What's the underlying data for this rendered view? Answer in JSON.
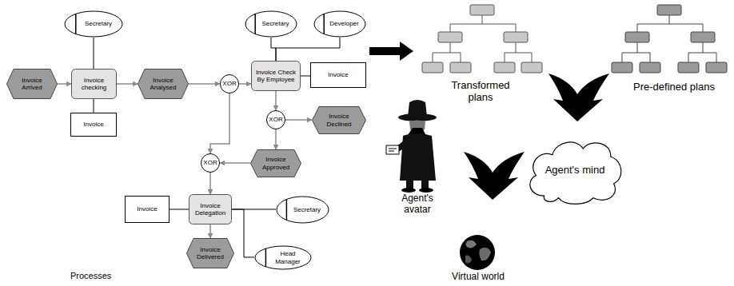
{
  "diagram": {
    "nodes": [
      {
        "text": [
          "Secretary"
        ]
      },
      {
        "text": [
          "Invoice Arrived"
        ]
      },
      {
        "text": [
          "Invoice checking"
        ]
      },
      {
        "text": [
          "Invoice Analysed"
        ]
      },
      {
        "text": [
          "XOR"
        ]
      },
      {
        "text": [
          "Secretary"
        ]
      },
      {
        "text": [
          "Developer"
        ]
      },
      {
        "text": [
          "Invoice Check By Employee"
        ]
      },
      {
        "text": [
          "Invoice"
        ]
      },
      {
        "text": [
          "Invoice"
        ]
      },
      {
        "text": [
          "XOR"
        ]
      },
      {
        "text": [
          "Invoice Declined"
        ]
      },
      {
        "text": [
          "Invoice Approved"
        ]
      },
      {
        "text": [
          "XOR"
        ]
      },
      {
        "text": [
          "Invoice"
        ]
      },
      {
        "text": [
          "Invoice Delegation"
        ]
      },
      {
        "text": [
          "Secretary"
        ]
      },
      {
        "text": [
          "Invoice Delivered"
        ]
      },
      {
        "text": [
          "Head Manager"
        ]
      },
      {
        "text": [
          "Agent's mind"
        ]
      }
    ],
    "edges": [
      {
        "from": 0,
        "to": 2,
        "arrow": "none"
      },
      {
        "from": 1,
        "to": 2,
        "arrow": "to"
      },
      {
        "from": 2,
        "to": 3,
        "arrow": "to"
      },
      {
        "from": 3,
        "to": 4,
        "arrow": "to"
      },
      {
        "from": 2,
        "to": 9,
        "arrow": "none"
      },
      {
        "from": 4,
        "to": 7,
        "arrow": "to"
      },
      {
        "from": 5,
        "to": 7,
        "arrow": "none"
      },
      {
        "from": 6,
        "to": 7,
        "arrow": "none"
      },
      {
        "from": 7,
        "to": 8,
        "arrow": "none"
      },
      {
        "from": 7,
        "to": 10,
        "arrow": "to"
      },
      {
        "from": 10,
        "to": 11,
        "arrow": "to"
      },
      {
        "from": 10,
        "to": 12,
        "arrow": "to"
      },
      {
        "from": 4,
        "to": 13,
        "arrow": "to"
      },
      {
        "from": 12,
        "to": 13,
        "arrow": "to"
      },
      {
        "from": 13,
        "to": 15,
        "arrow": "to"
      },
      {
        "from": 14,
        "to": 15,
        "arrow": "none"
      },
      {
        "from": 15,
        "to": 16,
        "arrow": "none"
      },
      {
        "from": 15,
        "to": 17,
        "arrow": "to"
      },
      {
        "from": 15,
        "to": 18,
        "arrow": "none"
      }
    ],
    "labels": [
      "Processes",
      "Transformed plans",
      "Pre-defined plans",
      "Agent's avatar",
      "Virtual world"
    ]
  }
}
